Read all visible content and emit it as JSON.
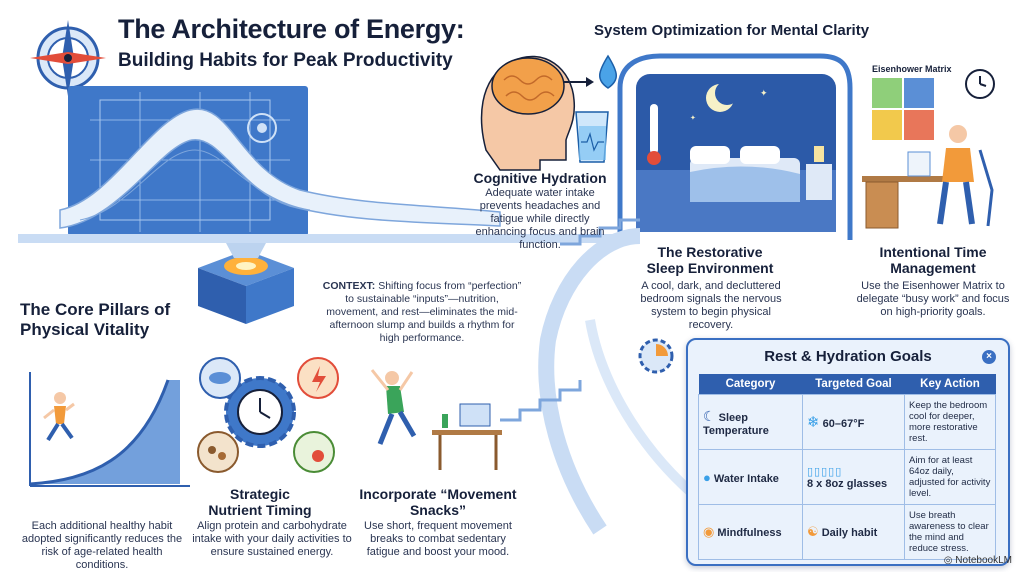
{
  "header": {
    "title": "The Architecture of Energy:",
    "subtitle": "Building Habits for Peak Productivity"
  },
  "mental": {
    "section_title": "System Optimization for Mental Clarity",
    "hydration": {
      "heading": "Cognitive Hydration",
      "body": "Adequate water intake prevents headaches and fatigue while directly enhancing focus and brain function."
    },
    "sleep": {
      "heading": "The Restorative Sleep Environment",
      "body": "A cool, dark, and decluttered bedroom signals the nervous system to begin physical recovery."
    },
    "time": {
      "matrix_label": "Eisenhower Matrix",
      "heading": "Intentional Time Management",
      "body": "Use the Eisenhower Matrix to delegate “busy work” and focus on high-priority goals."
    }
  },
  "context": {
    "label": "CONTEXT:",
    "text": "Shifting focus from “perfection” to sustainable “inputs”—nutrition, movement, and rest—eliminates the mid-afternoon slump and builds a rhythm for high performance."
  },
  "physical": {
    "section_title": "The Core Pillars of Physical Vitality",
    "habit_body": "Each additional healthy habit adopted significantly reduces the risk of age-related health conditions.",
    "nutrient": {
      "heading": "Strategic Nutrient Timing",
      "body": "Align protein and carbohydrate intake with your daily activities to ensure sustained energy."
    },
    "movement": {
      "heading": "Incorporate “Movement Snacks”",
      "body": "Use short, frequent movement breaks to combat sedentary fatigue and boost your mood."
    }
  },
  "goals": {
    "title": "Rest & Hydration Goals",
    "close_symbol": "×",
    "columns": [
      "Category",
      "Targeted Goal",
      "Key Action"
    ],
    "rows": [
      {
        "category": "Sleep Temperature",
        "icon": "moon-icon",
        "goal_icon": "snowflake-icon",
        "goal": "60–67°F",
        "action": "Keep the bedroom cool for deeper, more restorative rest."
      },
      {
        "category": "Water Intake",
        "icon": "water-drop-icon",
        "goal_icon": "glasses-icon",
        "goal": "8 x 8oz glasses",
        "action": "Aim for at least 64oz daily, adjusted for activity level."
      },
      {
        "category": "Mindfulness",
        "icon": "brain-icon",
        "goal_icon": "meditation-icon",
        "goal": "Daily habit",
        "action": "Use breath awareness to clear the mind and reduce stress."
      }
    ]
  },
  "footer": {
    "brand": "NotebookLM"
  },
  "colors": {
    "accent": "#3a6fc2",
    "dark_blue": "#2f5fae",
    "light_blue": "#dbe8f8",
    "text": "#16203a"
  }
}
